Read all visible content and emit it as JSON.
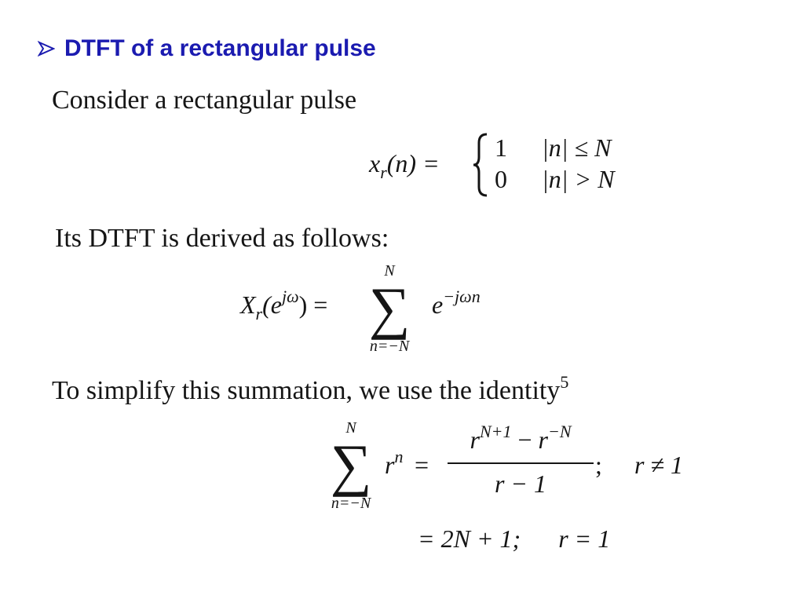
{
  "slide": {
    "heading": "DTFT of a rectangular pulse",
    "bullet_icon": "arrow-bullet-icon",
    "accent_color": "#1b1bb0",
    "para1": "Consider a rectangular pulse",
    "eq1": {
      "lhs_x": "x",
      "lhs_sub": "r",
      "lhs_arg": "(n) =",
      "case1_value": "1",
      "case1_condition": "|n| ≤ N",
      "case2_value": "0",
      "case2_condition": "|n| > N"
    },
    "para2": "Its DTFT is derived as follows:",
    "eq2": {
      "lhs_X": "X",
      "lhs_sub": "r",
      "lhs_open": "(e",
      "lhs_sup": "jω",
      "lhs_close": ") =",
      "sum_upper": "N",
      "sum_lower": "n=−N",
      "term_base": "e",
      "term_sup": "−jωn"
    },
    "para3": "To simplify this summation, we use the identity",
    "para3_footnote": "5",
    "eq3": {
      "sum_upper": "N",
      "sum_lower": "n=−N",
      "term_base": "r",
      "term_sup": "n",
      "equals": "=",
      "num_r1": "r",
      "num_sup1": "N+1",
      "num_minus": "−",
      "num_r2": "r",
      "num_sup2": "−N",
      "denominator": "r − 1",
      "separator": ";",
      "condition": "r ≠ 1"
    },
    "eq4": {
      "result": "= 2N + 1;",
      "condition": "r = 1"
    }
  }
}
